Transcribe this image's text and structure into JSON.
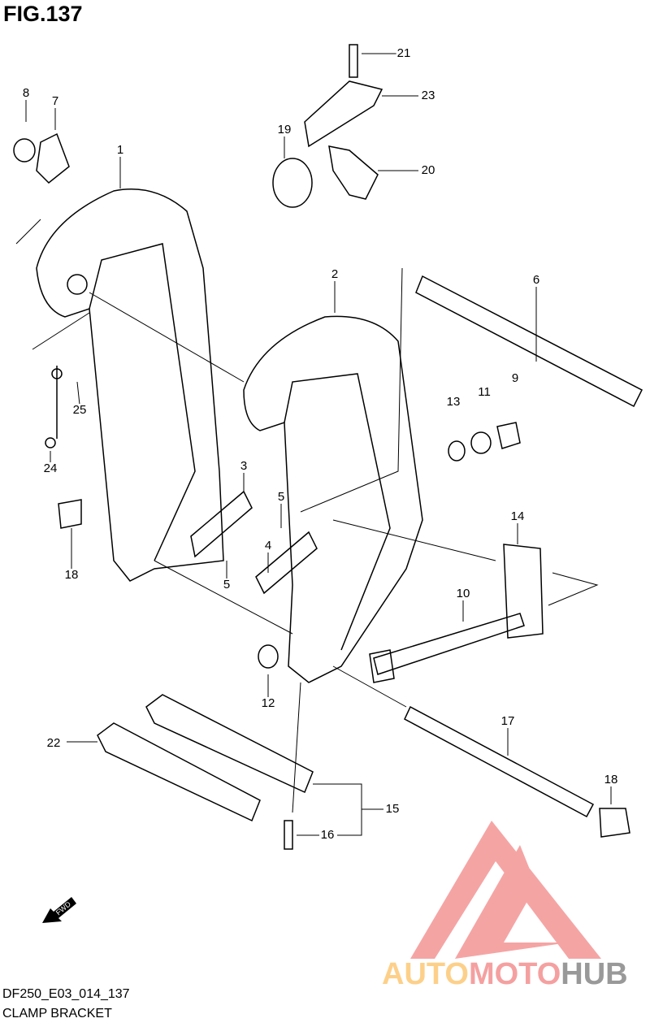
{
  "figure_title": "FIG.137",
  "diagram_code": "DF250_E03_014_137",
  "diagram_name": "CLAMP BRACKET",
  "fwd_label": "FWD",
  "watermark": {
    "part1": "AUTO",
    "part2": "MOTO",
    "part3": "HUB",
    "colors": {
      "auto": "#fdd08a",
      "moto": "#f5a0a0",
      "hub": "#999999"
    }
  },
  "callouts": [
    "8",
    "7",
    "1",
    "19",
    "21",
    "23",
    "20",
    "2",
    "6",
    "25",
    "24",
    "13",
    "11",
    "9",
    "3",
    "5",
    "4",
    "5",
    "18",
    "14",
    "10",
    "12",
    "17",
    "22",
    "15",
    "16",
    "18"
  ]
}
